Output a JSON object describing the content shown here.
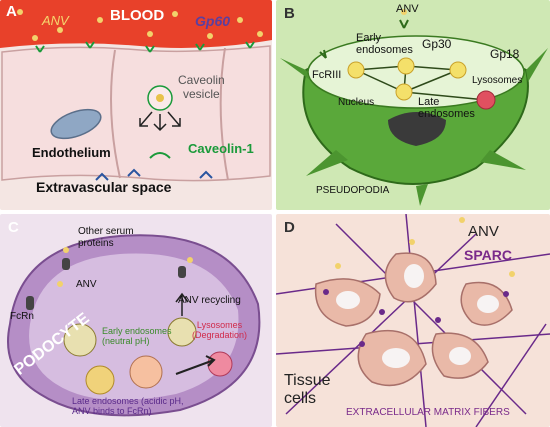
{
  "panel_a": {
    "letter": "A",
    "anv": "ANV",
    "blood": "BLOOD",
    "gp60": "Gp60",
    "caveolin_vesicle": "Caveolin\nvesicle",
    "endothelium": "Endothelium",
    "caveolin1": "Caveolin-1",
    "extravascular": "Extravascular space"
  },
  "panel_b": {
    "letter": "B",
    "anv": "ANV",
    "early_endosomes": "Early\nendosomes",
    "gp30": "Gp30",
    "gp18": "Gp18",
    "fcriii": "FcRIII",
    "lysosomes": "Lysosomes",
    "nucleus": "Nucleus",
    "late_endosomes": "Late\nendosomes",
    "pseudopodia": "PSEUDOPODIA"
  },
  "panel_c": {
    "letter": "C",
    "other_serum": "Other serum\nproteins",
    "anv": "ANV",
    "fcrn": "FcRn",
    "anv_recycling": "ANV recycling",
    "early_endosomes": "Early endosomes\n(neutral pH)",
    "lysosomes": "Lysosomes\n(Degradation)",
    "podocyte": "PODOCYTE",
    "late_endosomes": "Late endosomes (acidic pH,\nANV binds to FcRn)"
  },
  "panel_d": {
    "letter": "D",
    "anv": "ANV",
    "sparc": "SPARC",
    "tissue_cells": "Tissue\ncells",
    "ecm": "EXTRACELLULAR MATRIX FIBERS"
  },
  "colors": {
    "blood": "#e8412a",
    "caveolin": "#1a9a3a",
    "cell_green": "#5aa83a",
    "podocyte": "#9b6fb0",
    "sparc": "#7a2a8a",
    "lysosome": "#e05060"
  }
}
